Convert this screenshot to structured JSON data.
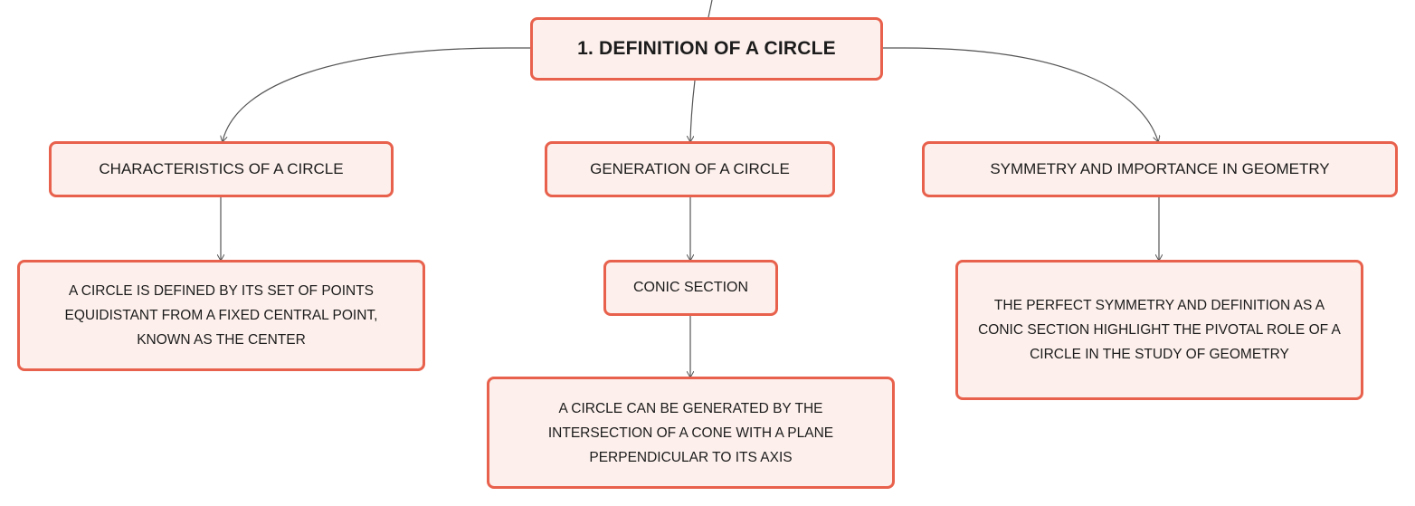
{
  "diagram": {
    "root": {
      "label": "1. DEFINITION OF A CIRCLE"
    },
    "branches": [
      {
        "label": "CHARACTERISTICS OF A CIRCLE",
        "detail": "A CIRCLE IS DEFINED BY ITS SET OF POINTS EQUIDISTANT FROM A FIXED CENTRAL POINT, KNOWN AS THE CENTER"
      },
      {
        "label": "GENERATION OF A CIRCLE",
        "sub": {
          "label": "CONIC SECTION",
          "detail": "A CIRCLE CAN BE GENERATED BY THE INTERSECTION OF A CONE WITH A PLANE PERPENDICULAR TO ITS AXIS"
        }
      },
      {
        "label": "SYMMETRY AND IMPORTANCE IN GEOMETRY",
        "detail": "THE PERFECT SYMMETRY AND DEFINITION AS A CONIC SECTION HIGHLIGHT THE PIVOTAL ROLE OF A CIRCLE IN THE STUDY OF GEOMETRY"
      }
    ],
    "colors": {
      "node_border": "#e8614c",
      "node_fill": "#fdf0ec",
      "connector": "#555555",
      "text": "#1c1c1c"
    }
  }
}
